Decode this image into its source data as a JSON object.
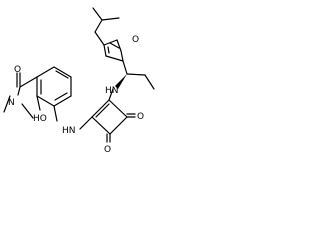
{
  "molecule": {
    "labels": {
      "o_furan": "O",
      "nh_top": "HN",
      "carbonyl_o": "O",
      "n_amide": "N",
      "oh": "HO",
      "nh_bottom": "HN",
      "o_ring_right": "O",
      "o_ring_bottom": "O"
    }
  }
}
